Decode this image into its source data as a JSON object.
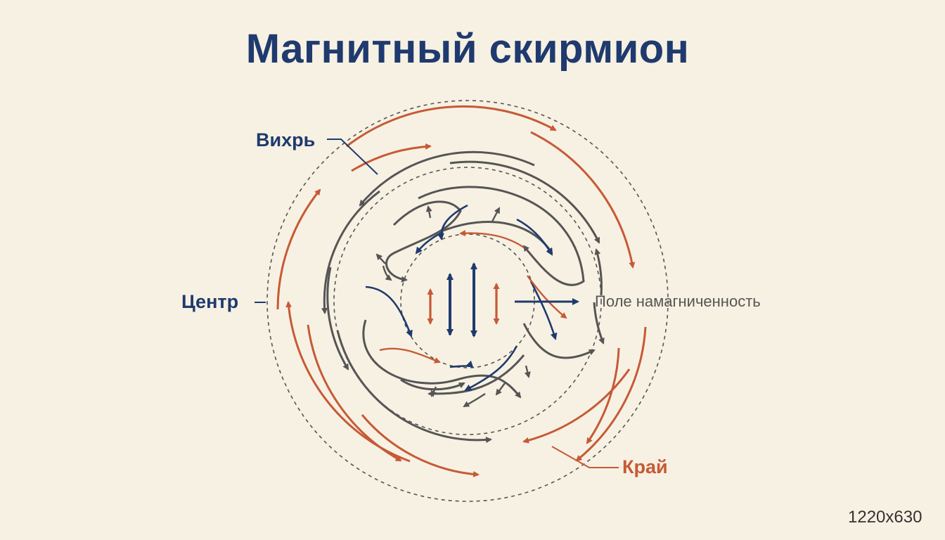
{
  "title": "Магнитный скирмион",
  "labels": {
    "vortex": "Вихрь",
    "center": "Центр",
    "edge": "Край",
    "field": "Поле намагниченность"
  },
  "dimensions_text": "1220x630",
  "colors": {
    "background": "#f7f1e3",
    "navy": "#1f3a6e",
    "orange": "#c65a36",
    "gray": "#555555",
    "dashed": "#555555"
  },
  "icons": [
    "arrow-up-down-icon",
    "arrow-right-icon"
  ]
}
